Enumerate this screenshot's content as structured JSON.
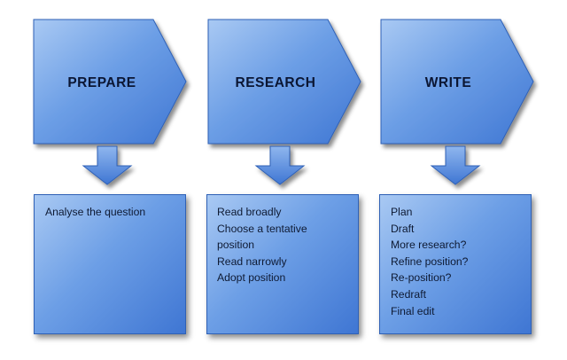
{
  "stages": [
    {
      "title": "PREPARE",
      "items": [
        "Analyse the question"
      ]
    },
    {
      "title": "RESEARCH",
      "items": [
        "Read broadly",
        "Choose a tentative position",
        "Read narrowly",
        "Adopt position"
      ]
    },
    {
      "title": "WRITE",
      "items": [
        "Plan",
        "Draft",
        "More research?",
        "Refine position?",
        "Re-position?",
        "Redraft",
        "Final edit"
      ]
    }
  ],
  "colors": {
    "light_blue": "#a9c9f3",
    "mid_blue": "#6d9fe6",
    "dark_blue": "#3f76d3",
    "border_blue": "#2f61b6",
    "text": "#0e1a33"
  }
}
